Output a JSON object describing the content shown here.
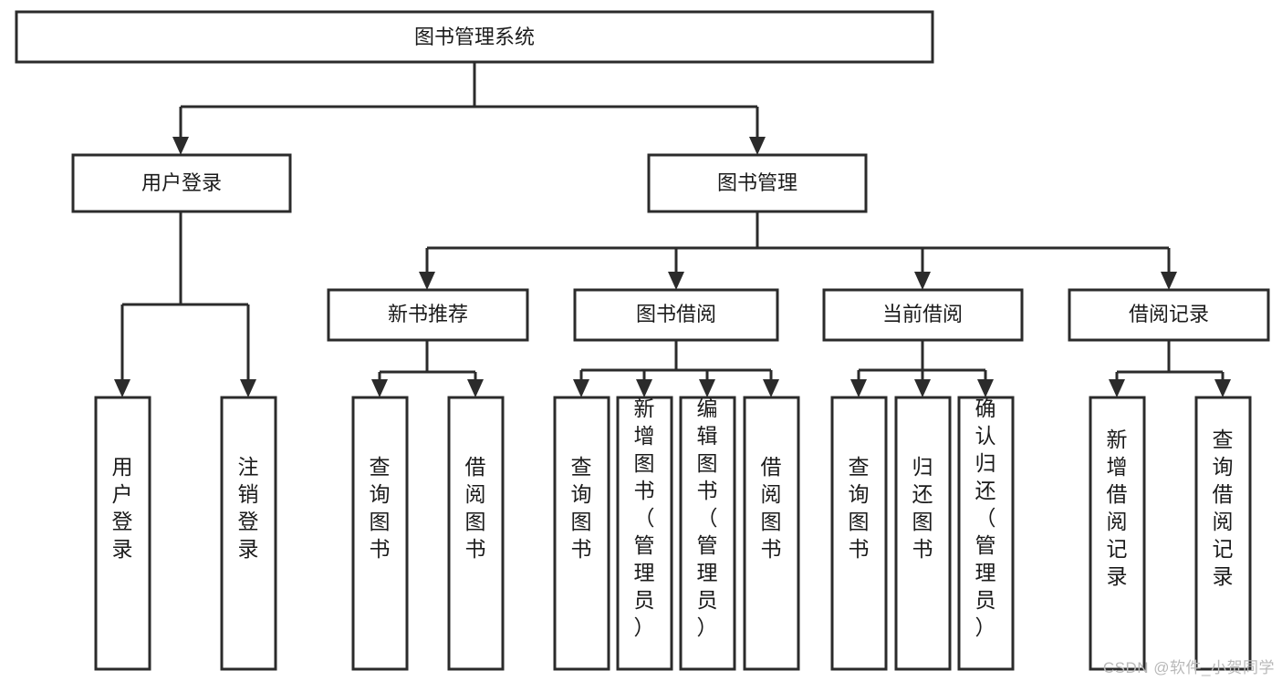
{
  "diagram": {
    "type": "tree-hierarchy-flowchart",
    "root": {
      "label": "图书管理系统"
    },
    "level2": [
      {
        "label": "用户登录"
      },
      {
        "label": "图书管理"
      }
    ],
    "level3": [
      {
        "label": "新书推荐"
      },
      {
        "label": "图书借阅"
      },
      {
        "label": "当前借阅"
      },
      {
        "label": "借阅记录"
      }
    ],
    "leaves": {
      "user_login": [
        {
          "label": "用户登录"
        },
        {
          "label": "注销登录"
        }
      ],
      "new_book_recommend": [
        {
          "label": "查询图书"
        },
        {
          "label": "借阅图书"
        }
      ],
      "book_borrow": [
        {
          "label": "查询图书"
        },
        {
          "label": "新增图书（管理员）"
        },
        {
          "label": "编辑图书（管理员）"
        },
        {
          "label": "借阅图书"
        }
      ],
      "current_borrow": [
        {
          "label": "查询图书"
        },
        {
          "label": "归还图书"
        },
        {
          "label": "确认归还（管理员）"
        }
      ],
      "borrow_record": [
        {
          "label": "新增借阅记录"
        },
        {
          "label": "查询借阅记录"
        }
      ]
    }
  },
  "watermark": {
    "text": "CSDN @软件_小贺同学"
  },
  "colors": {
    "stroke": "#2b2b2b",
    "box_fill": "#ffffff",
    "text": "#1b1b1b",
    "background": "#ffffff",
    "watermark": "#b9b9b9"
  }
}
